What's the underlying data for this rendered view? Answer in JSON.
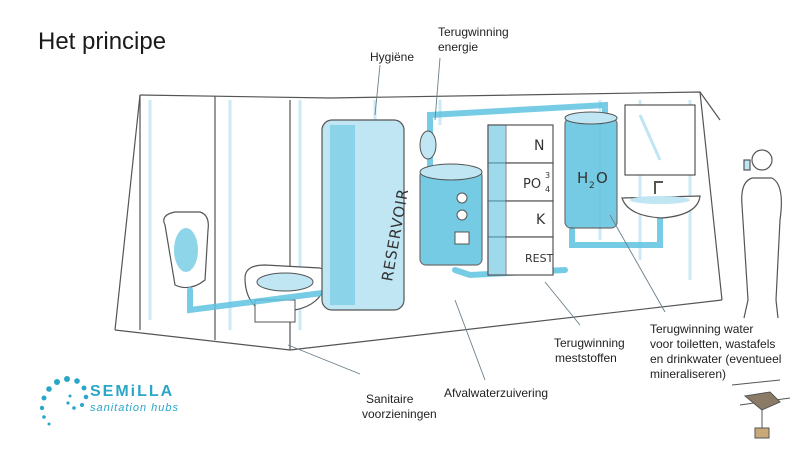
{
  "title": "Het principe",
  "labels": {
    "hygiene": "Hygiëne",
    "energy_1": "Terugwinning",
    "energy_2": "energie",
    "sanitary_1": "Sanitaire",
    "sanitary_2": "voorzieningen",
    "wastewater": "Afvalwaterzuivering",
    "nutrients_1": "Terugwinning",
    "nutrients_2": "meststoffen",
    "water_1": "Terugwinning water",
    "water_2": "voor toiletten, wastafels",
    "water_3": "en drinkwater (eventueel",
    "water_4": "mineraliseren)"
  },
  "drawing_text": {
    "reservoir": "RESERVOIR",
    "n": "N",
    "po4": "PO",
    "po4_sub": "4",
    "po4_sup": "3",
    "k": "K",
    "rest": "REST",
    "h2o": "H",
    "h2o_sub": "2",
    "h2o_o": "O"
  },
  "logo": {
    "name": "SEMiLLA",
    "tagline": "sanitation hubs"
  },
  "colors": {
    "water": "#5fc3e0",
    "water_light": "#bfe6f2",
    "line": "#6a7f8a",
    "logo": "#2aa6c9"
  }
}
